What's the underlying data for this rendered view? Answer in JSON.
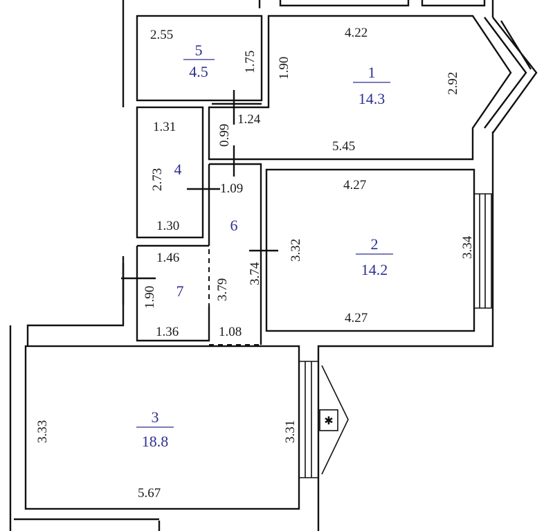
{
  "rooms": [
    {
      "id": "r1",
      "number": "1",
      "area": "14.3"
    },
    {
      "id": "r2",
      "number": "2",
      "area": "14.2"
    },
    {
      "id": "r3",
      "number": "3",
      "area": "18.8"
    },
    {
      "id": "r4",
      "number": "4",
      "area": ""
    },
    {
      "id": "r5",
      "number": "5",
      "area": "4.5"
    },
    {
      "id": "r6",
      "number": "6",
      "area": ""
    },
    {
      "id": "r7",
      "number": "7",
      "area": ""
    }
  ],
  "dimensions": {
    "r5_top": "2.55",
    "r5_side": "1.75",
    "r1_top": "4.22",
    "r1_left": "1.90",
    "r1_right": "2.92",
    "r1_bottom": "5.45",
    "hall_w1": "1.24",
    "hall_h1": "0.99",
    "r4_top": "1.31",
    "r4_side": "2.73",
    "r4_door": "1.09",
    "r4_bottom": "1.30",
    "r2_top": "4.27",
    "r2_left": "3.32",
    "r2_right": "3.34",
    "r2_bottom": "4.27",
    "r6_side": "3.74",
    "r7_top": "1.46",
    "r7_side": "1.90",
    "r7_right": "3.79",
    "r7_bottom": "1.36",
    "corr_w": "1.08",
    "r3_left": "3.33",
    "r3_right": "3.31",
    "r3_bottom": "5.67"
  },
  "colors": {
    "walls": "#111111",
    "room_labels": "#2b2f8f",
    "dimensions": "#1a1a1a"
  }
}
